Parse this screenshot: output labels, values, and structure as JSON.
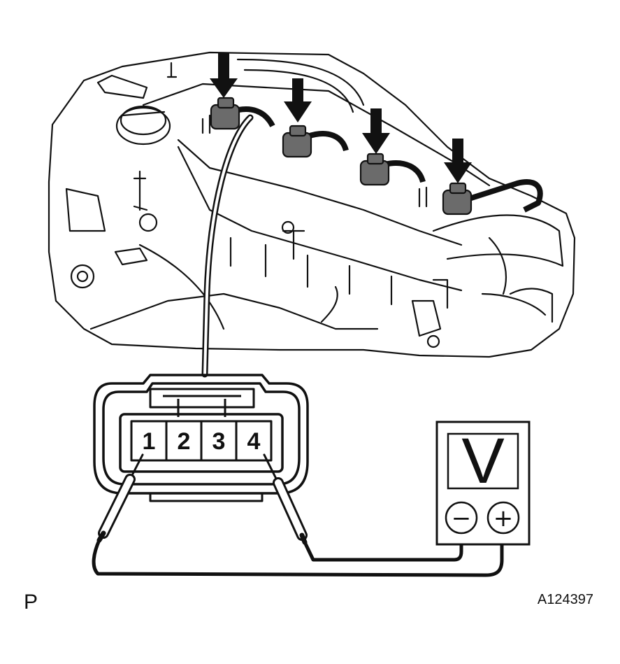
{
  "diagram": {
    "connector_pins": [
      "1",
      "2",
      "3",
      "4"
    ],
    "meter": {
      "symbol": "V",
      "negative_sign": "−",
      "positive_sign": "+"
    },
    "corner_label": "P",
    "figure_id": "A124397"
  },
  "colors": {
    "line": "#111111",
    "coil": "#6b6b6b",
    "background": "#ffffff"
  }
}
